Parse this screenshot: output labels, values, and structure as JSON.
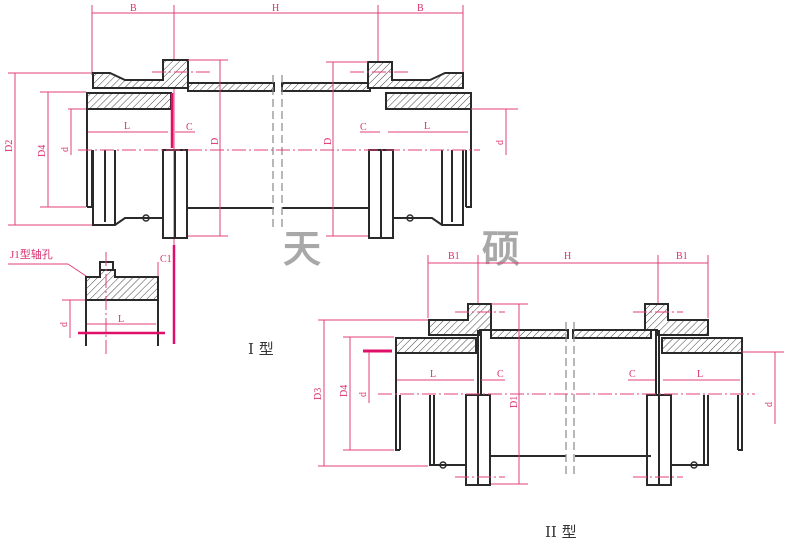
{
  "figure": {
    "type": "mechanical-coupling-drawing",
    "colors": {
      "outline": "#2a2a2a",
      "dimension": "#e0407a",
      "watermark": "#9a9a9a",
      "background": "#ffffff"
    }
  },
  "watermark": {
    "left": "天",
    "right": "硕"
  },
  "type1": {
    "caption": "I 型",
    "dims_top": {
      "B_left": "B",
      "H": "H",
      "B_right": "B"
    },
    "dims_left": {
      "D2": "D2",
      "D4": "D4",
      "d": "d"
    },
    "dims_inner": {
      "L_left": "L",
      "C_left": "C",
      "D_left": "D",
      "D_right": "D",
      "C_right": "C",
      "L_right": "L",
      "d_right": "d"
    },
    "j1_detail": {
      "title": "J1型轴孔",
      "C1": "C1",
      "d": "d",
      "L": "L"
    }
  },
  "type2": {
    "caption": "II 型",
    "dims_top": {
      "B1_left": "B1",
      "H": "H",
      "B1_right": "B1"
    },
    "dims_left": {
      "D3": "D3",
      "D4": "D4",
      "d": "d"
    },
    "dims_inner": {
      "L_left": "L",
      "C_left": "C",
      "D1": "D1",
      "C_right": "C",
      "L_right": "L",
      "d_right": "d"
    }
  }
}
